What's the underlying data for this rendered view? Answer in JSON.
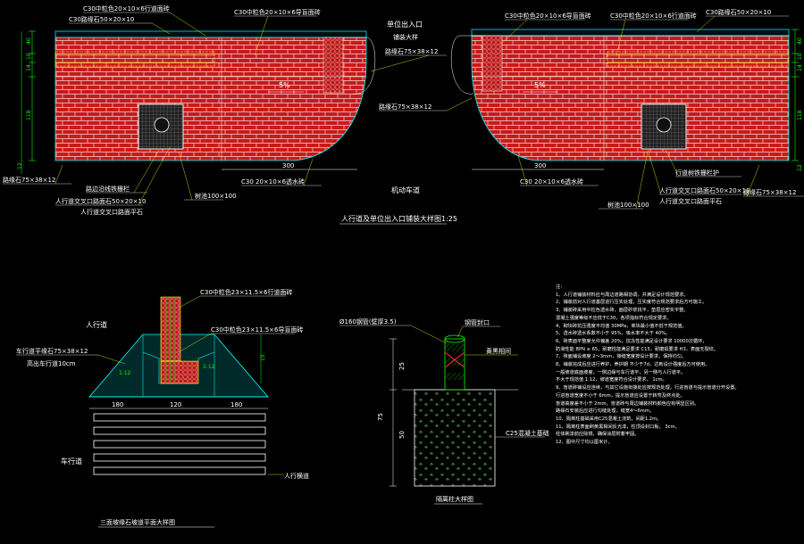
{
  "plan": {
    "title": "人行道及单位出入口铺装大样图1:25",
    "left": {
      "c30_block": "C30中粒色20×10×6行道面砖",
      "c30_curb": "C30路缘石50×20×10",
      "c30_block2": "C30中粒色20×10×6导盲面砖",
      "curb_stone": "路缘石75×38×12",
      "left_curb_stone": "路缘石75×38×12",
      "slope": "5%",
      "tree_guard": "路边沿线铁栅栏",
      "corner_label": "人行道交叉口路面石50×20×10",
      "corner_label2": "人行道交叉口路面平石",
      "tree_pit": "树池100×100",
      "bottom_paving": "C30 20×10×6透水砖",
      "dim_bottom": "300"
    },
    "center": {
      "entrance": "单位出入口",
      "entrance_sub": "铺装大样",
      "road": "机动车道"
    },
    "right": {
      "c30_block": "C30中粒色20×10×6导盲面砖",
      "c30_block2": "C30中粒色20×10×6行道面砖",
      "c30_curb": "C30路缘石50×20×10",
      "curb_stone": "路缘石75×38×12",
      "right_curb_stone": "路缘石75×38×12",
      "slope": "5%",
      "tree_guard": "行道树铁栅栏护",
      "corner_label": "人行道交叉口路面石50×20×10",
      "corner_label2": "人行道交叉口路面平石",
      "tree_pit": "树池100×100",
      "bottom_paving": "C30 20×10×6透水砖",
      "dim_bottom": "300"
    },
    "dims_left": [
      "40",
      "10",
      "14",
      "118",
      "12"
    ],
    "dims_right": [
      "40",
      "10",
      "14",
      "118",
      "12"
    ]
  },
  "section": {
    "top_label1": "C30中粒色23×11.5×6行道面砖",
    "top_label2": "C30中粒色23×11.5×6导盲面砖",
    "curb_label": "车行道平缘石75×38×12",
    "curb_label2": "高出车行道10cm",
    "sidewalk": "人行道",
    "roadway": "车行道",
    "lane": "人行横道",
    "slope1": "1:12",
    "slope2": "1:12",
    "dims_bottom": [
      "180",
      "120",
      "180"
    ],
    "dim_side": "15",
    "caption": "三面坡缘石坡道平面大样图"
  },
  "bollard": {
    "pipe": "Ø160钢管(壁厚3.5)",
    "cap": "钢管封口",
    "paint": "黄黑相间",
    "concrete": "C25混凝土基础",
    "dim_top": "25",
    "dim_mid": "75",
    "dim_low": "50",
    "caption": "隔离柱大样图"
  },
  "notes": {
    "head": "注：",
    "lines": [
      "1、人行道铺装材料应与周边道路相协调，并满足设计规范要求。",
      "2、铺装前对人行道基层进行压实处理，压实度符合规范要求后方可施工。",
      "3、铺装砖采用中粒色透水砖，面层砂浆找平，垫层应密实平整。",
      "混凝土强度等级不应低于C30，各项指标符合规定要求。",
      "4、砌块砖抗压强度平均值                         30MPa，单块最小值不低于规范值。",
      "5、透水砖透水系数不小于                          95%，吸水率不大于                     40%。",
      "6、砖表面平整度允许偏差                20%，抗冻性能满足设计要求                 10000次循环，",
      "   防滑性能 BPN ≥ 65，耐磨性能满足要求              C15，耐磨损要求               H3，表面无裂纹。",
      "7、砖面铺设坡度  2～3mm，接缝宽度按设计要求，保持均匀。",
      "8、铺装完成后应进行养护，养护期                           不少于7d，达到设计强度后方可使用。",
      "一般坡道底面坡度，一侧边缘与车行道平，另一侧与人行道平。",
      "   不大于规范值   1:12，坡道宽度符合设计要求，               1cm。",
      "9、盲道砖铺设应连续，与其它设施衔接处应按规范处理，行进盲道与提示盲道分开设置。",
      "   行进盲道宽度不小于                    6mm，提示盲道应设置于转弯及终点处。",
      "   盲道高度差不小于  2mm，盲道砖与周边铺装材料颜色应有明显区别。",
      "   路缘石安装后应进行勾缝处理，缝宽4～6mm。",
      "10、隔离柱基础采用C25混凝土浇筑，间距1.2m。",
      "11、隔离柱表面刷黄黑相间反光漆，柱顶设封口板，           3cm。",
      "   柱体刷漆前应除锈，确保涂层附着牢固。",
      "12、图中尺寸均以厘米计。"
    ]
  },
  "colors": {
    "brick": "#d21d1d",
    "mortar": "#ffffff",
    "dim": "#00ff00",
    "outline": "#00ffff",
    "block": "#ff2020",
    "text": "#ffffff",
    "leader": "#ffff00"
  }
}
